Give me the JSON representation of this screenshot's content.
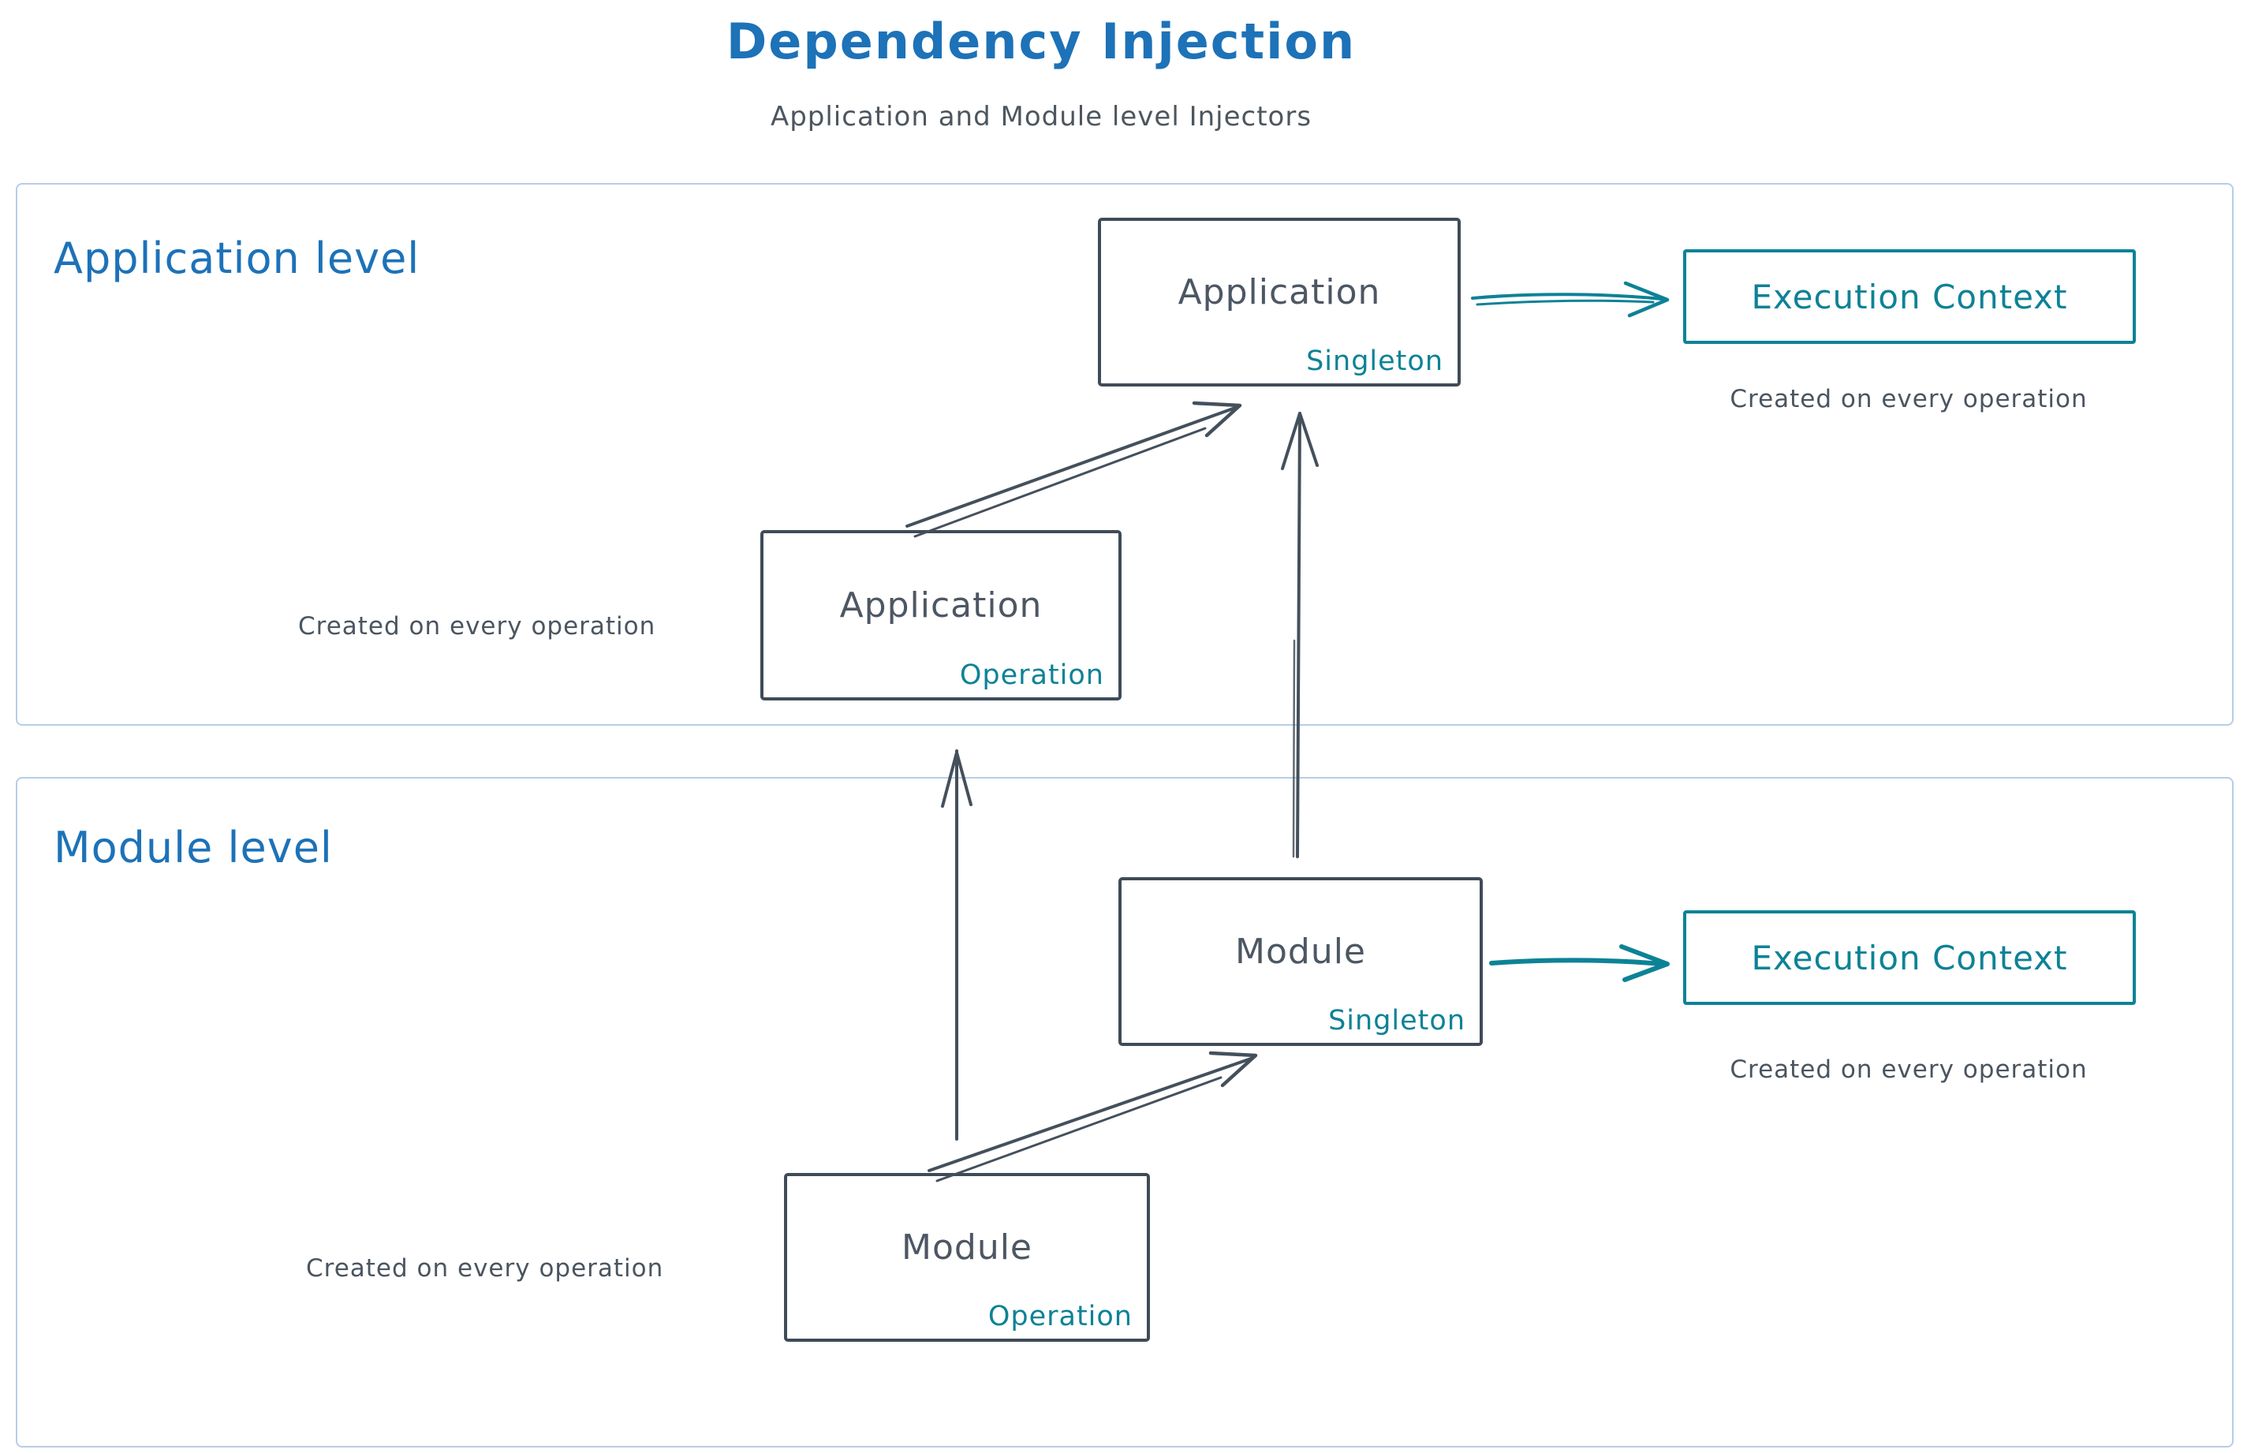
{
  "title": "Dependency Injection",
  "subtitle": "Application and Module level Injectors",
  "colors": {
    "heading_blue": "#1d72b8",
    "teal": "#0d8296",
    "dark_slate": "#3f4b57",
    "container_border_blue": "#b6cde7",
    "caption_gray": "#4a5560"
  },
  "sections": {
    "application": {
      "label": "Application level",
      "singleton_box": {
        "name": "Application",
        "scope": "Singleton"
      },
      "operation_box": {
        "name": "Application",
        "scope": "Operation"
      },
      "execution_context": {
        "label": "Execution Context"
      },
      "caption_left": "Created on every operation",
      "caption_right": "Created on every operation"
    },
    "module": {
      "label": "Module level",
      "singleton_box": {
        "name": "Module",
        "scope": "Singleton"
      },
      "operation_box": {
        "name": "Module",
        "scope": "Operation"
      },
      "execution_context": {
        "label": "Execution Context"
      },
      "caption_left": "Created on every operation",
      "caption_right": "Created on every operation"
    }
  },
  "arrows": [
    {
      "from": "Application Singleton",
      "to": "Execution Context (application)",
      "color": "#0d8296"
    },
    {
      "from": "Application Operation",
      "to": "Application Singleton",
      "color": "#44505c"
    },
    {
      "from": "Module Singleton",
      "to": "Application Singleton",
      "color": "#44505c"
    },
    {
      "from": "Module Operation",
      "to": "Application Operation",
      "color": "#44505c"
    },
    {
      "from": "Module Operation",
      "to": "Module Singleton",
      "color": "#44505c"
    },
    {
      "from": "Module Singleton",
      "to": "Execution Context (module)",
      "color": "#0d8296"
    }
  ]
}
